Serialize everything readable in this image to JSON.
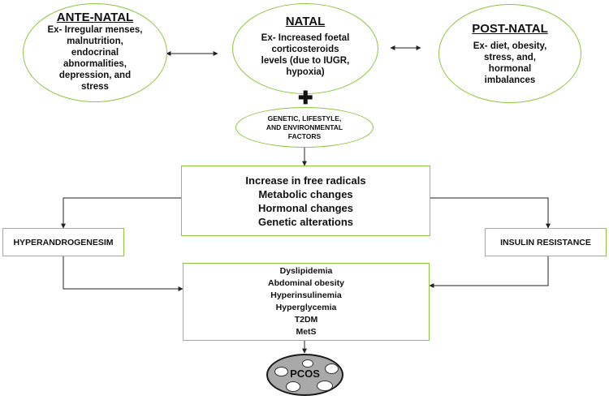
{
  "antenatal": {
    "title": "ANTE-NATAL",
    "lines": [
      "Ex- Irregular menses,",
      "malnutrition,",
      "endocrinal",
      "abnormalities,",
      "depression, and",
      "stress"
    ]
  },
  "natal": {
    "title": "NATAL",
    "lines": [
      "Ex- Increased foetal",
      "corticosteroids",
      "levels (due to IUGR,",
      "hypoxia)"
    ]
  },
  "postnatal": {
    "title": "POST-NATAL",
    "lines": [
      "Ex- diet, obesity,",
      "stress, and,",
      "hormonal",
      "imbalances"
    ]
  },
  "plus_sign": "✚",
  "factors": {
    "lines": [
      "GENETIC, LIFESTYLE,",
      "AND ENVIRONMENTAL",
      "FACTORS"
    ]
  },
  "changes": {
    "lines": [
      "Increase in free radicals",
      "Metabolic changes",
      "Hormonal changes",
      "Genetic alterations"
    ]
  },
  "hyperandrogenesim": {
    "label": "HYPERANDROGENESIM"
  },
  "insulin_resistance": {
    "label": "INSULIN RESISTANCE"
  },
  "outcomes": {
    "lines": [
      "Dyslipidemia",
      "Abdominal obesity",
      "Hyperinsulinemia",
      "Hyperglycemia",
      "T2DM",
      "MetS"
    ]
  },
  "pcos": {
    "label": "PCOS"
  }
}
